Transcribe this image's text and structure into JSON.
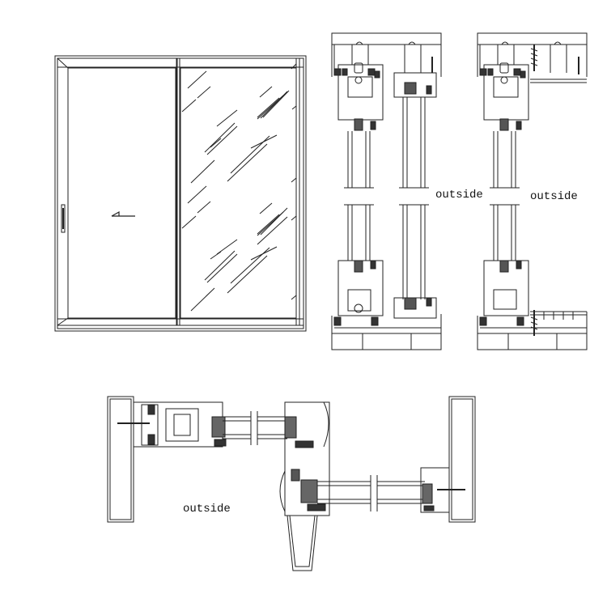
{
  "diagram": {
    "type": "sliding window technical drawing",
    "elevation": {
      "panels": [
        "fixed/sliding sash (left, with handle)",
        "glazed sash (right)"
      ],
      "direction_arrow": "left"
    },
    "vertical_sections": [
      {
        "id": "section-a",
        "label": "outside"
      },
      {
        "id": "section-b",
        "label": "outside"
      }
    ],
    "horizontal_section": {
      "label": "outside"
    }
  },
  "labels": {
    "outside_1": "outside",
    "outside_2": "outside",
    "outside_3": "outside"
  },
  "colors": {
    "line": "#222222",
    "gasket": "#333333",
    "background": "#ffffff"
  }
}
